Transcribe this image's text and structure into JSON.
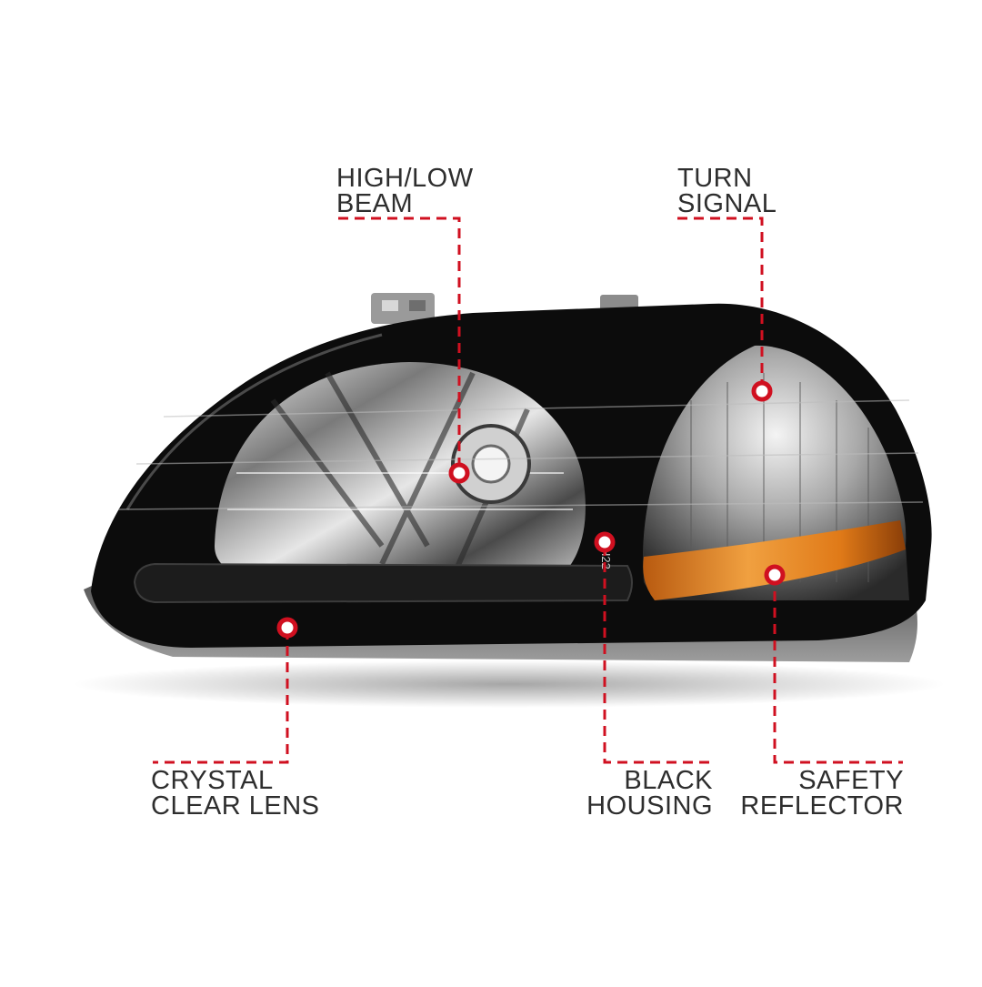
{
  "callouts": {
    "high_low_beam": {
      "line1": "HIGH/LOW",
      "line2": "BEAM"
    },
    "turn_signal": {
      "line1": "TURN",
      "line2": "SIGNAL"
    },
    "crystal_clear_lens": {
      "line1": "CRYSTAL",
      "line2": "CLEAR LENS"
    },
    "black_housing": {
      "line1": "BLACK",
      "line2": "HOUSING"
    },
    "safety_reflector": {
      "line1": "SAFETY",
      "line2": "REFLECTOR"
    }
  },
  "bulb_marking": "H22",
  "colors": {
    "callout_line": "#d01020",
    "label_text": "#2e2e2e",
    "housing": "#0c0c0c",
    "reflector_amber": "#e88a1a"
  }
}
